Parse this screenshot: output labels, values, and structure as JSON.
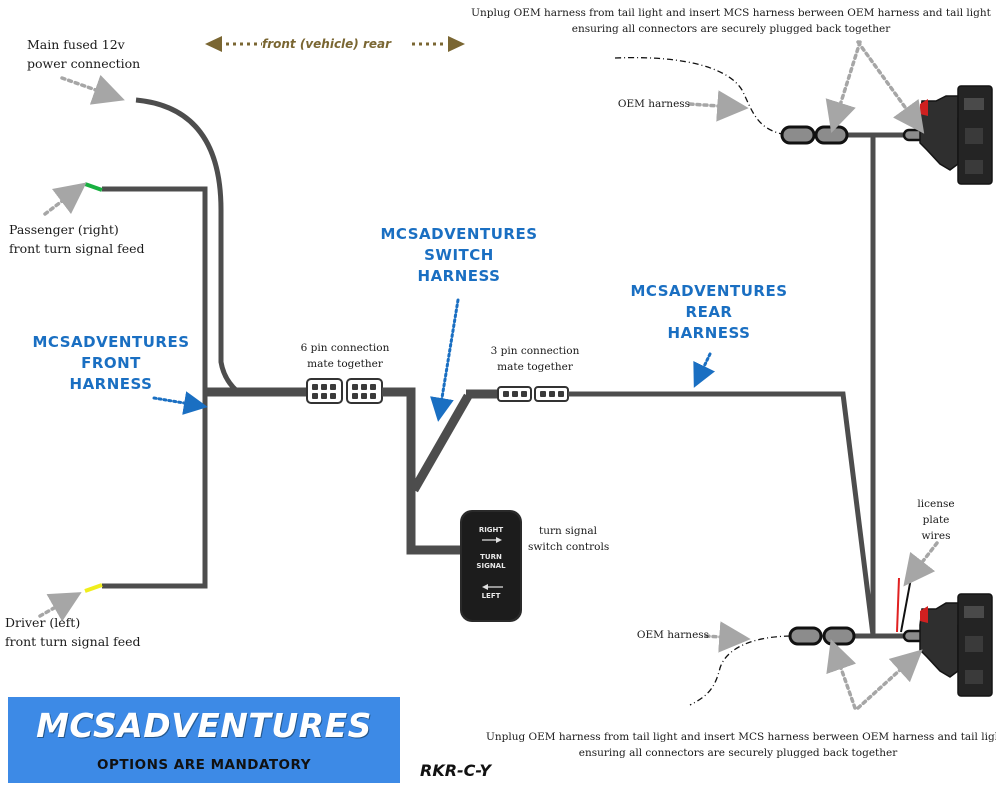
{
  "direction": {
    "label": "front  (vehicle)  rear"
  },
  "labels": {
    "power_connection": [
      "Main fused 12v",
      "power connection"
    ],
    "passenger_feed": [
      "Passenger (right)",
      "front turn signal feed"
    ],
    "driver_feed": [
      "Driver (left)",
      "front turn signal feed"
    ],
    "six_pin": [
      "6 pin connection",
      "mate together"
    ],
    "three_pin": [
      "3 pin connection",
      "mate together"
    ],
    "switch_controls": [
      "turn signal",
      "switch controls"
    ],
    "unplug_top": [
      "Unplug OEM harness from tail light and insert MCS harness berween OEM harness and tail light",
      "ensuring all connectors are securely plugged back together"
    ],
    "unplug_bottom": [
      "Unplug OEM harness from tail light and insert MCS harness berween OEM harness and tail light",
      "ensuring all connectors are securely plugged back together"
    ],
    "oem_harness_top": "OEM harness",
    "oem_harness_bottom": "OEM harness",
    "license_plate": [
      "license",
      "plate",
      "wires"
    ]
  },
  "harnesses": {
    "front": [
      "MCSADVENTURES",
      "FRONT",
      "HARNESS"
    ],
    "switch": [
      "MCSADVENTURES",
      "SWITCH",
      "HARNESS"
    ],
    "rear": [
      "MCSADVENTURES",
      "REAR",
      "HARNESS"
    ]
  },
  "switch": {
    "right": "RIGHT",
    "center": [
      "TURN",
      "SIGNAL"
    ],
    "left": "LEFT"
  },
  "brand": {
    "name": "MCSADVENTURES",
    "tagline": "OPTIONS ARE MANDATORY",
    "part_code": "RKR-C-Y"
  },
  "colors": {
    "harness_label_blue": "#1a6fc2",
    "banner_blue": "#3d8ae6",
    "wire_grey": "#4d4d4d",
    "passenger_wire": "#18b040",
    "driver_wire": "#f0ee1c",
    "direction_arrow": "#7a6632"
  }
}
